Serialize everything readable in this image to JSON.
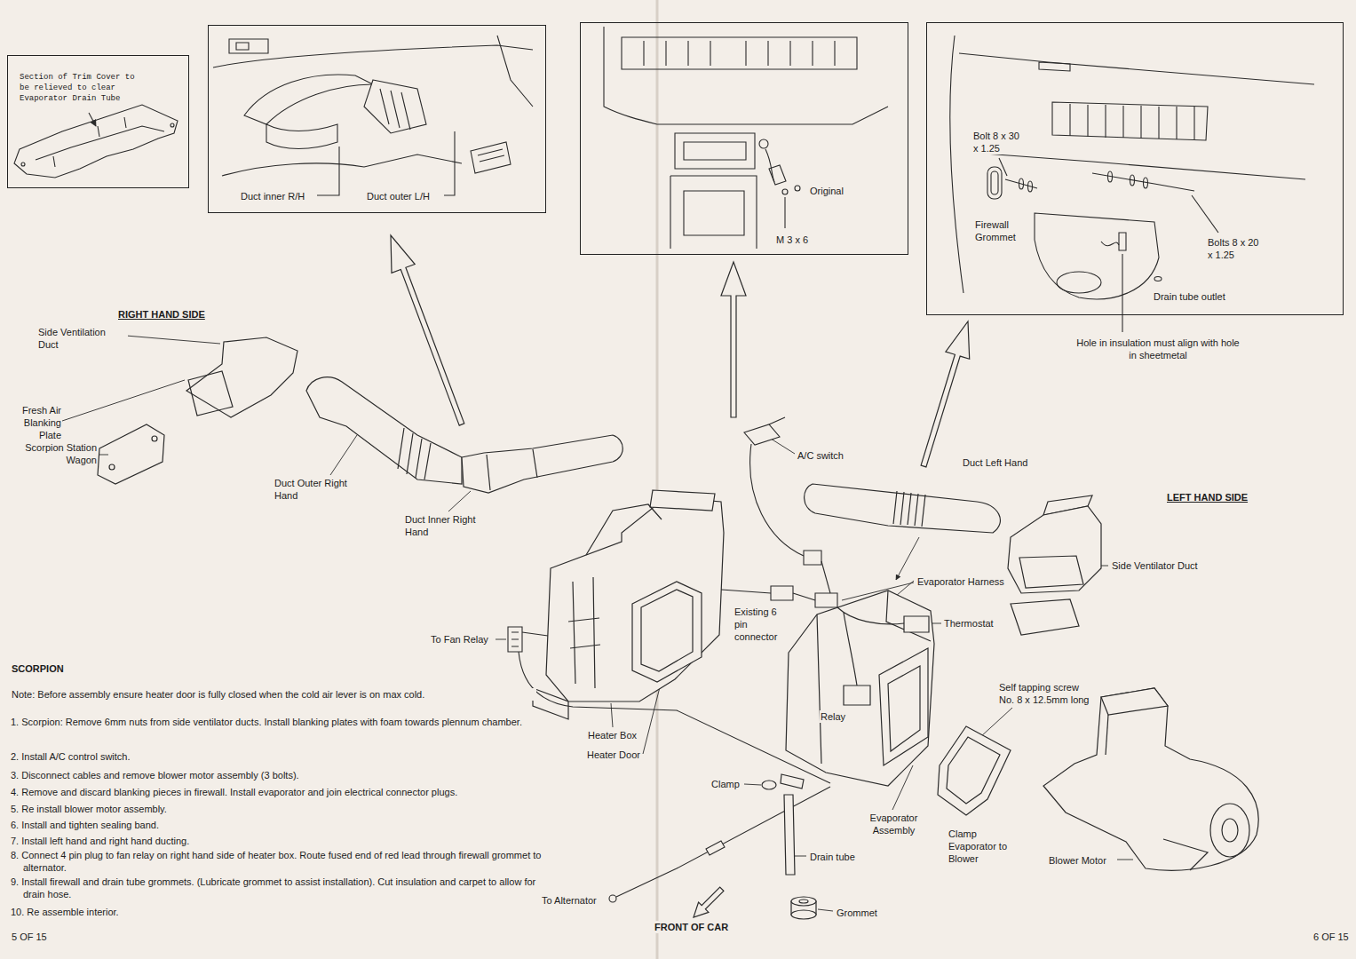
{
  "diagram": {
    "nodes": [
      {
        "text": [
          "Section of Trim Cover to be relieved to clear Evaporator Drain Tube"
        ]
      },
      {
        "text": [
          "Duct inner R/H",
          "Duct outer L/H"
        ]
      },
      {
        "text": [
          "Original",
          "M 3 x 6"
        ]
      },
      {
        "text": [
          "Bolt 8 x 30 x 1.25",
          "Firewall Grommet",
          "Bolts 8 x 20 x 1.25",
          "Drain tube outlet"
        ]
      }
    ],
    "labels": [
      "Hole in insulation must align with hole in sheetmetal",
      "RIGHT HAND SIDE",
      "Side Ventilation Duct",
      "Duct Left Hand",
      "A/C switch",
      "Fresh Air Blanking Plate",
      "Scorpion Station Wagon",
      "Duct Outer Right Hand",
      "LEFT HAND SIDE",
      "Duct Inner Right Hand",
      "Side Ventilator Duct",
      "Evaporator Harness",
      "Existing 6 pin connector",
      "Thermostat",
      "To Fan Relay",
      "SCORPION",
      "Note: Before assembly ensure heater door is fully closed when the cold air lever is on max cold.",
      "1. Scorpion: Remove 6mm nuts from side ventilator ducts. Install blanking plates with foam towards plennum chamber.",
      "2. Install A/C control switch.",
      "3. Disconnect cables and remove blower motor assembly (3 bolts).",
      "4. Remove and discard blanking pieces in firewall. Install evaporator and join electrical connector plugs.",
      "5. Re install blower motor assembly.",
      "6. Install and tighten sealing band.",
      "7. Install left hand and right hand ducting.",
      "8. Connect 4 pin plug to fan relay on right hand side of heater box. Route fused end of red lead through firewall grommet to alternator.",
      "9. Install firewall and drain tube grommets. (Lubricate grommet to assist installation). Cut insulation and carpet to allow for drain hose.",
      "10. Re assemble interior.",
      "Self tapping screw No. 8 x 12.5mm long",
      "Relay",
      "Heater Box",
      "Heater Door",
      "Clamp",
      "Evaporator Assembly",
      "Clamp Evaporator to Blower",
      "Drain tube",
      "Blower Motor",
      "To Alternator",
      "Grommet",
      "FRONT OF CAR",
      "5 OF 15",
      "6 OF 15"
    ]
  }
}
